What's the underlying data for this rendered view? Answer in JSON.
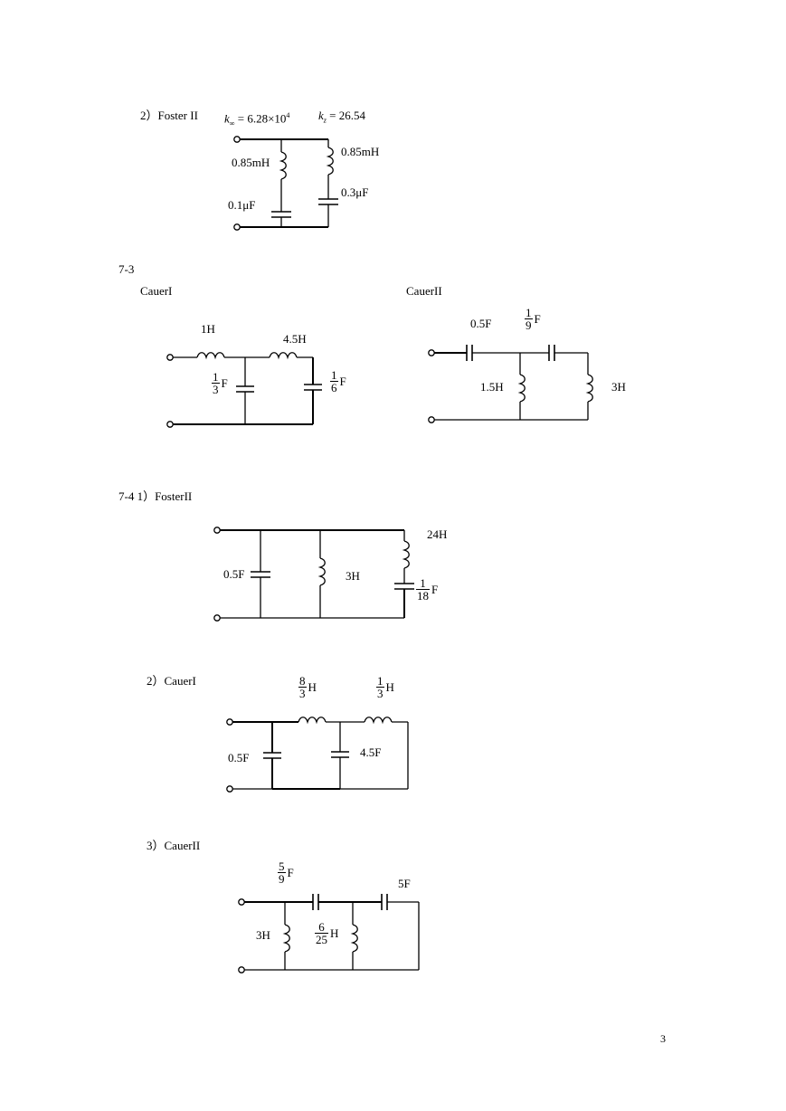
{
  "page_number": "3",
  "foster2": {
    "heading": "2）Foster II",
    "k_inf": {
      "sym": "k",
      "sub": "∞",
      "rest": " = 6.28×10",
      "exp": "4"
    },
    "k_z": {
      "sym": "k",
      "sub": "z",
      "rest": " = 26.54"
    },
    "labels": {
      "L1": "0.85mH",
      "L2": "0.85mH",
      "C1": "0.1μF",
      "C2": "0.3μF"
    }
  },
  "p73": {
    "number": "7-3",
    "cauer1": {
      "title": "CauerI",
      "L1": "1H",
      "L2": "4.5H",
      "C1": {
        "num": "1",
        "den": "3",
        "unit": "F"
      },
      "C2": {
        "num": "1",
        "den": "6",
        "unit": "F"
      }
    },
    "cauer2": {
      "title": "CauerII",
      "C1": "0.5F",
      "C2": {
        "num": "1",
        "den": "9",
        "unit": "F"
      },
      "L1": "1.5H",
      "L2": "3H"
    }
  },
  "p74": {
    "heading": "7-4 1）FosterII",
    "foster": {
      "C1": "0.5F",
      "L1": "3H",
      "L2": "24H",
      "C2": {
        "num": "1",
        "den": "18",
        "unit": "F"
      }
    },
    "cauer1": {
      "heading": "2）CauerI",
      "L1": {
        "num": "8",
        "den": "3",
        "unit": "H"
      },
      "L2": {
        "num": "1",
        "den": "3",
        "unit": "H"
      },
      "C1": "0.5F",
      "C2": "4.5F"
    },
    "cauer2": {
      "heading": "3）CauerII",
      "C1": {
        "num": "5",
        "den": "9",
        "unit": "F"
      },
      "C2": "5F",
      "L1": "3H",
      "L2": {
        "num": "6",
        "den": "25",
        "unit": "H"
      }
    }
  }
}
